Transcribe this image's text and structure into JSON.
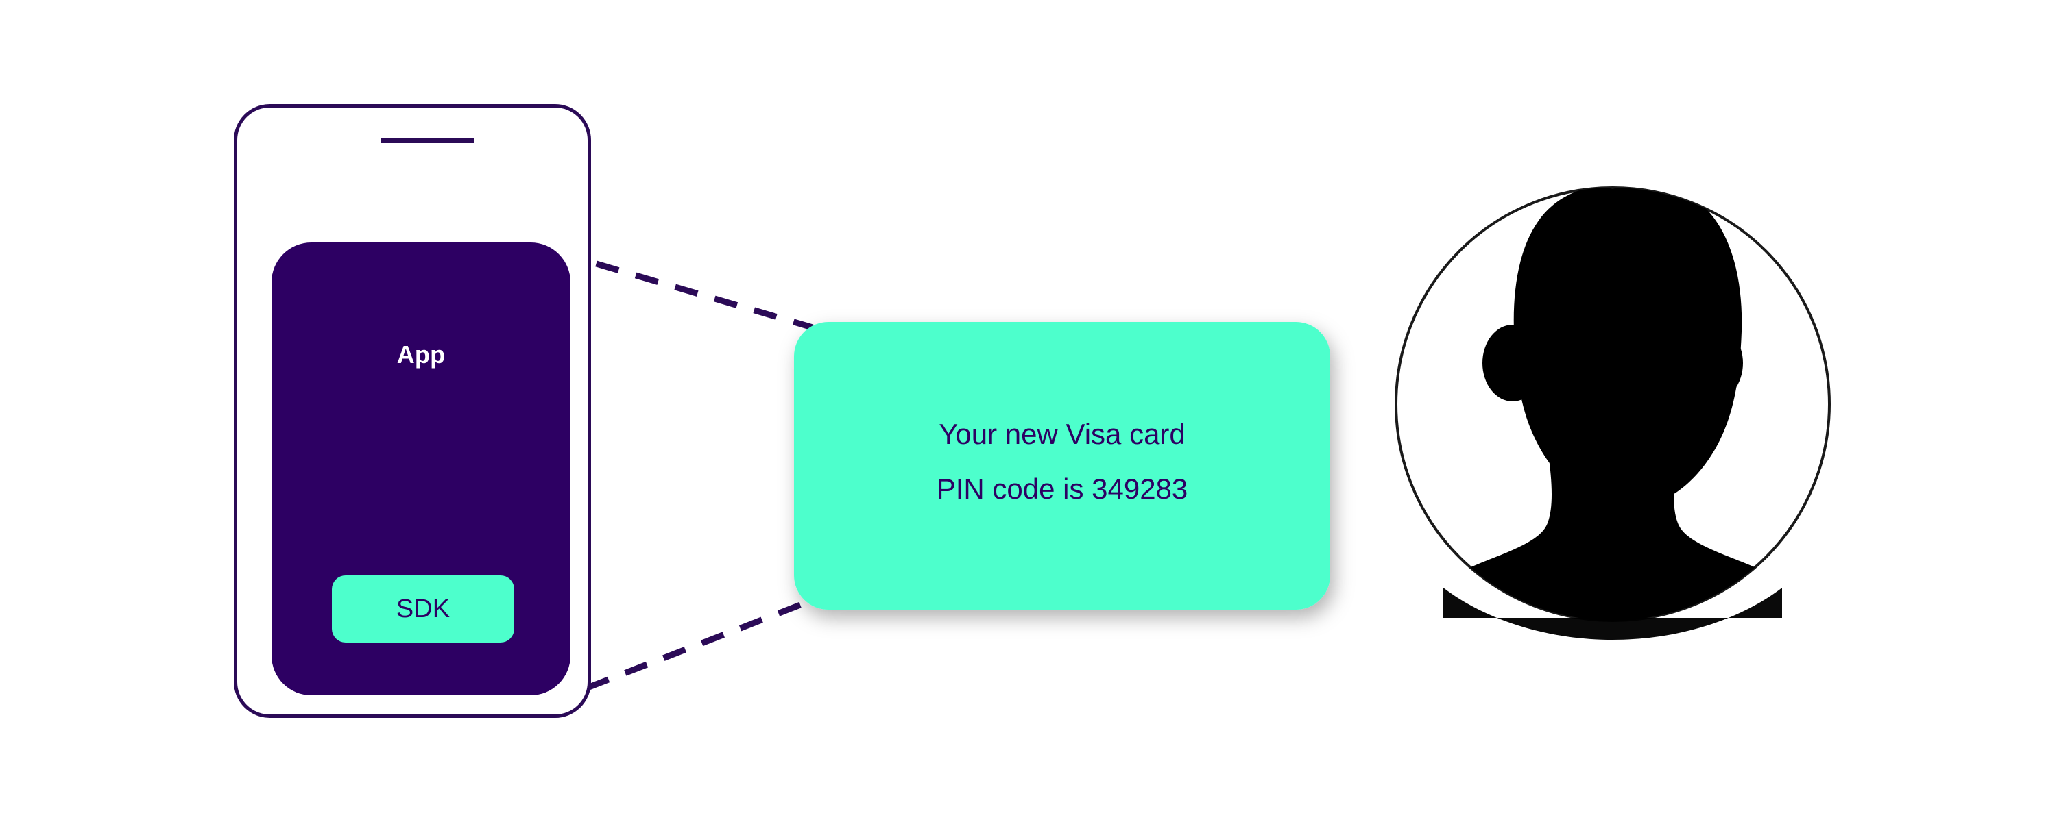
{
  "diagram": {
    "title": "App SDK delivers SMS PIN to user",
    "background_color": "#FFFFFF"
  },
  "colors": {
    "deep_purple": "#2D0063",
    "outline_purple": "#2B0A57",
    "mint": "#4DFFCC",
    "white": "#FFFFFF",
    "black": "#000000",
    "avatar_stroke": "#1A1A1A"
  },
  "phone": {
    "name": "Mobile phone",
    "speaker_label": "speaker-slot",
    "app_screen": {
      "label": "App",
      "sdk_button": {
        "label": "SDK"
      }
    }
  },
  "message_bubble": {
    "name": "SMS message bubble",
    "lines": [
      "Your new Visa card",
      "PIN code is 349283"
    ],
    "line1": "Your new Visa card",
    "line2": "PIN code is 349283",
    "pin_code": "349283",
    "card_brand": "Visa"
  },
  "recipient": {
    "name": "User avatar",
    "icon": "person-silhouette-icon"
  },
  "connectors": [
    {
      "name": "connector-top",
      "style": "dashed",
      "from": "app-screen",
      "to": "message-bubble"
    },
    {
      "name": "connector-bottom",
      "style": "dashed",
      "from": "app-screen",
      "to": "message-bubble"
    }
  ]
}
